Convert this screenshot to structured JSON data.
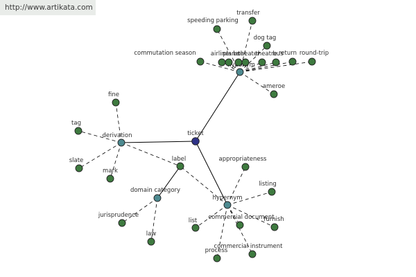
{
  "banner": {
    "url": "http://www.artikata.com"
  },
  "graph": {
    "colors": {
      "root": "#2e3287",
      "relation": "#4d8a90",
      "word": "#3e7a3f",
      "edge": "#000000"
    },
    "root": "ticket",
    "relations": [
      "hyponym",
      "derivation",
      "hypernym",
      "domain category"
    ],
    "words": [
      "transfer",
      "speeding parking",
      "dog tag",
      "commutation season",
      "airline",
      "plane",
      "boat",
      "theater",
      "theatre",
      "bus",
      "return",
      "round-trip",
      "ameroe",
      "fine",
      "tag",
      "slate",
      "mark",
      "label",
      "appropriateness",
      "listing",
      "commercial document",
      "furnish",
      "list",
      "process",
      "commercial instrument",
      "jurisprudence",
      "law"
    ],
    "edges": [
      {
        "from": "ticket",
        "to": "hyponym",
        "style": "solid"
      },
      {
        "from": "ticket",
        "to": "derivation",
        "style": "solid"
      },
      {
        "from": "ticket",
        "to": "hypernym",
        "style": "solid"
      },
      {
        "from": "label",
        "to": "domain category",
        "style": "solid"
      },
      {
        "from": "hyponym",
        "to": "transfer",
        "style": "dashed"
      },
      {
        "from": "hyponym",
        "to": "speeding parking",
        "style": "dashed"
      },
      {
        "from": "hyponym",
        "to": "dog tag",
        "style": "dashed"
      },
      {
        "from": "hyponym",
        "to": "commutation season",
        "style": "dashed"
      },
      {
        "from": "hyponym",
        "to": "airline",
        "style": "dashed"
      },
      {
        "from": "hyponym",
        "to": "plane",
        "style": "dashed"
      },
      {
        "from": "hyponym",
        "to": "boat",
        "style": "dashed"
      },
      {
        "from": "hyponym",
        "to": "theater",
        "style": "dashed"
      },
      {
        "from": "hyponym",
        "to": "theatre",
        "style": "dashed"
      },
      {
        "from": "hyponym",
        "to": "bus",
        "style": "dashed"
      },
      {
        "from": "hyponym",
        "to": "return",
        "style": "dashed"
      },
      {
        "from": "hyponym",
        "to": "round-trip",
        "style": "dashed"
      },
      {
        "from": "hyponym",
        "to": "ameroe",
        "style": "dashed"
      },
      {
        "from": "derivation",
        "to": "fine",
        "style": "dashed"
      },
      {
        "from": "derivation",
        "to": "tag",
        "style": "dashed"
      },
      {
        "from": "derivation",
        "to": "slate",
        "style": "dashed"
      },
      {
        "from": "derivation",
        "to": "mark",
        "style": "dashed"
      },
      {
        "from": "derivation",
        "to": "label",
        "style": "dashed"
      },
      {
        "from": "hypernym",
        "to": "appropriateness",
        "style": "dashed"
      },
      {
        "from": "hypernym",
        "to": "listing",
        "style": "dashed"
      },
      {
        "from": "hypernym",
        "to": "commercial document",
        "style": "dashed"
      },
      {
        "from": "hypernym",
        "to": "furnish",
        "style": "dashed"
      },
      {
        "from": "hypernym",
        "to": "list",
        "style": "dashed"
      },
      {
        "from": "hypernym",
        "to": "process",
        "style": "dashed"
      },
      {
        "from": "hypernym",
        "to": "commercial instrument",
        "style": "dashed"
      },
      {
        "from": "hypernym",
        "to": "label",
        "style": "dashed"
      },
      {
        "from": "domain category",
        "to": "jurisprudence",
        "style": "dashed"
      },
      {
        "from": "domain category",
        "to": "law",
        "style": "dashed"
      }
    ]
  }
}
